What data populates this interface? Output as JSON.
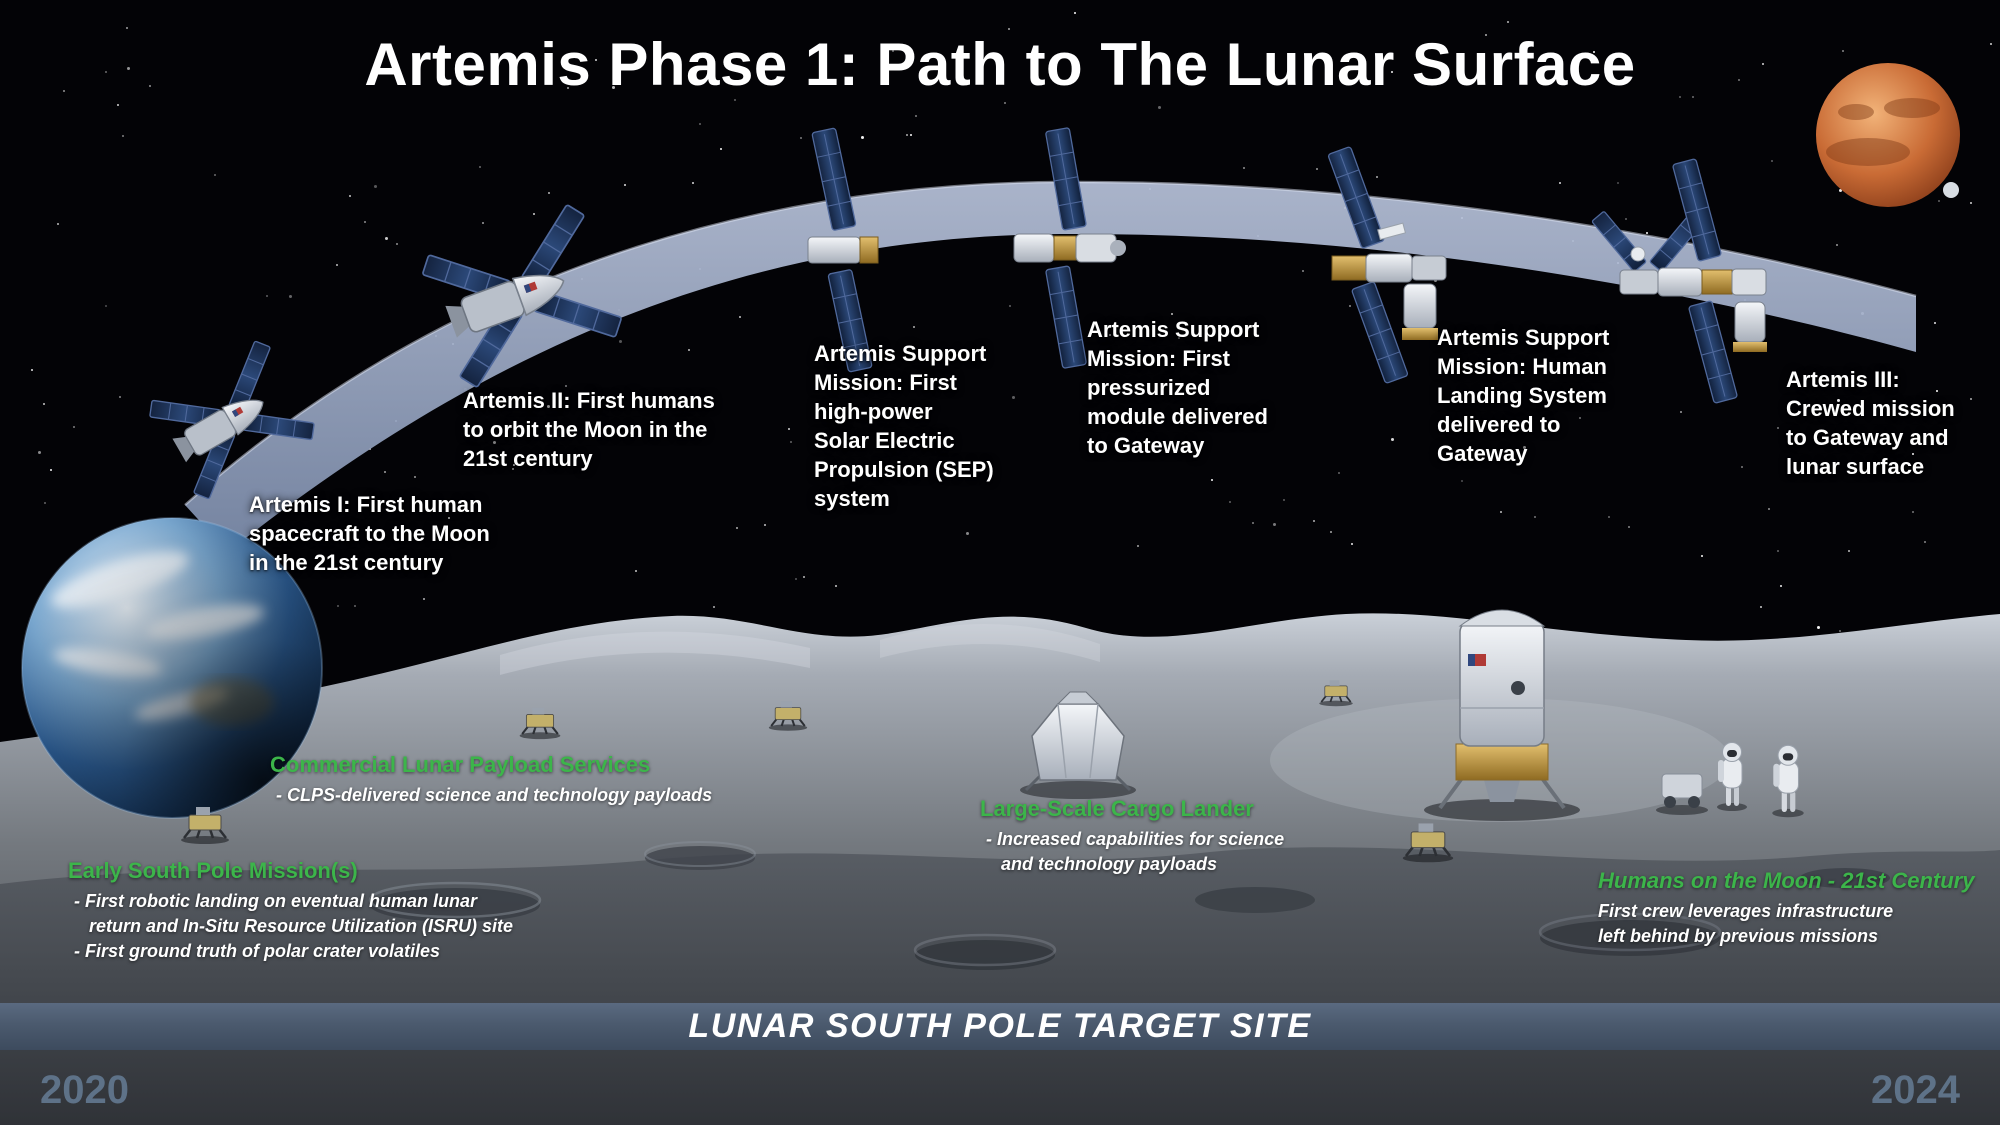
{
  "meta": {
    "title": "Artemis Phase 1: Path to The Lunar Surface"
  },
  "colors": {
    "accent_green": "#3cb54a",
    "banner_bg": "#4b5a6e",
    "year_text": "#5e7288",
    "trajectory_arc": "#a5b2cf"
  },
  "timeline": {
    "start_year": "2020",
    "end_year": "2024"
  },
  "banner": {
    "label": "LUNAR SOUTH POLE TARGET SITE"
  },
  "missions": [
    {
      "id": "artemis-1",
      "label": "Artemis I: First human\nspacecraft to the Moon\nin the 21st century"
    },
    {
      "id": "artemis-2",
      "label": "Artemis II: First humans\nto orbit the Moon in the\n21st century"
    },
    {
      "id": "support-sep",
      "label": "Artemis Support\nMission: First\nhigh-power\nSolar Electric\nPropulsion (SEP)\nsystem"
    },
    {
      "id": "support-pressurized",
      "label": "Artemis Support\nMission: First\npressurized\nmodule delivered\nto Gateway"
    },
    {
      "id": "support-hls",
      "label": "Artemis Support\nMission: Human\nLanding System\ndelivered to\nGateway"
    },
    {
      "id": "artemis-3",
      "label": "Artemis III:\nCrewed mission\nto Gateway and\nlunar surface"
    }
  ],
  "surface_callouts": {
    "clps": {
      "heading": "Commercial Lunar Payload Services",
      "body": "- CLPS-delivered science and technology payloads"
    },
    "early_south_pole": {
      "heading": "Early South Pole Mission(s)",
      "body": "- First robotic landing on eventual human lunar\n   return and In-Situ Resource Utilization (ISRU) site\n- First ground truth of polar crater volatiles"
    },
    "cargo_lander": {
      "heading": "Large-Scale Cargo Lander",
      "body": "- Increased capabilities for science\n   and technology payloads"
    },
    "humans_on_moon": {
      "heading": "Humans on the Moon - 21st Century",
      "body": "First crew leverages infrastructure\nleft behind by previous missions"
    }
  },
  "illustrations": {
    "earth": "earth-illustration",
    "mars": "mars-illustration",
    "trajectory": "trajectory-arc",
    "orion_1": "orion-artemis-1-icon",
    "orion_2": "orion-artemis-2-icon",
    "sep": "sep-module-icon",
    "pressurized_module": "gateway-pressurized-module-icon",
    "gateway_hls": "gateway-hls-icon",
    "gateway_full": "gateway-artemis-3-icon",
    "moon_surface": "moon-surface",
    "clps_rover": "clps-rover-icon",
    "cargo_lander": "cargo-lander-icon",
    "hls_lander": "human-landing-system-icon",
    "astronauts": "astronaut-icon"
  }
}
